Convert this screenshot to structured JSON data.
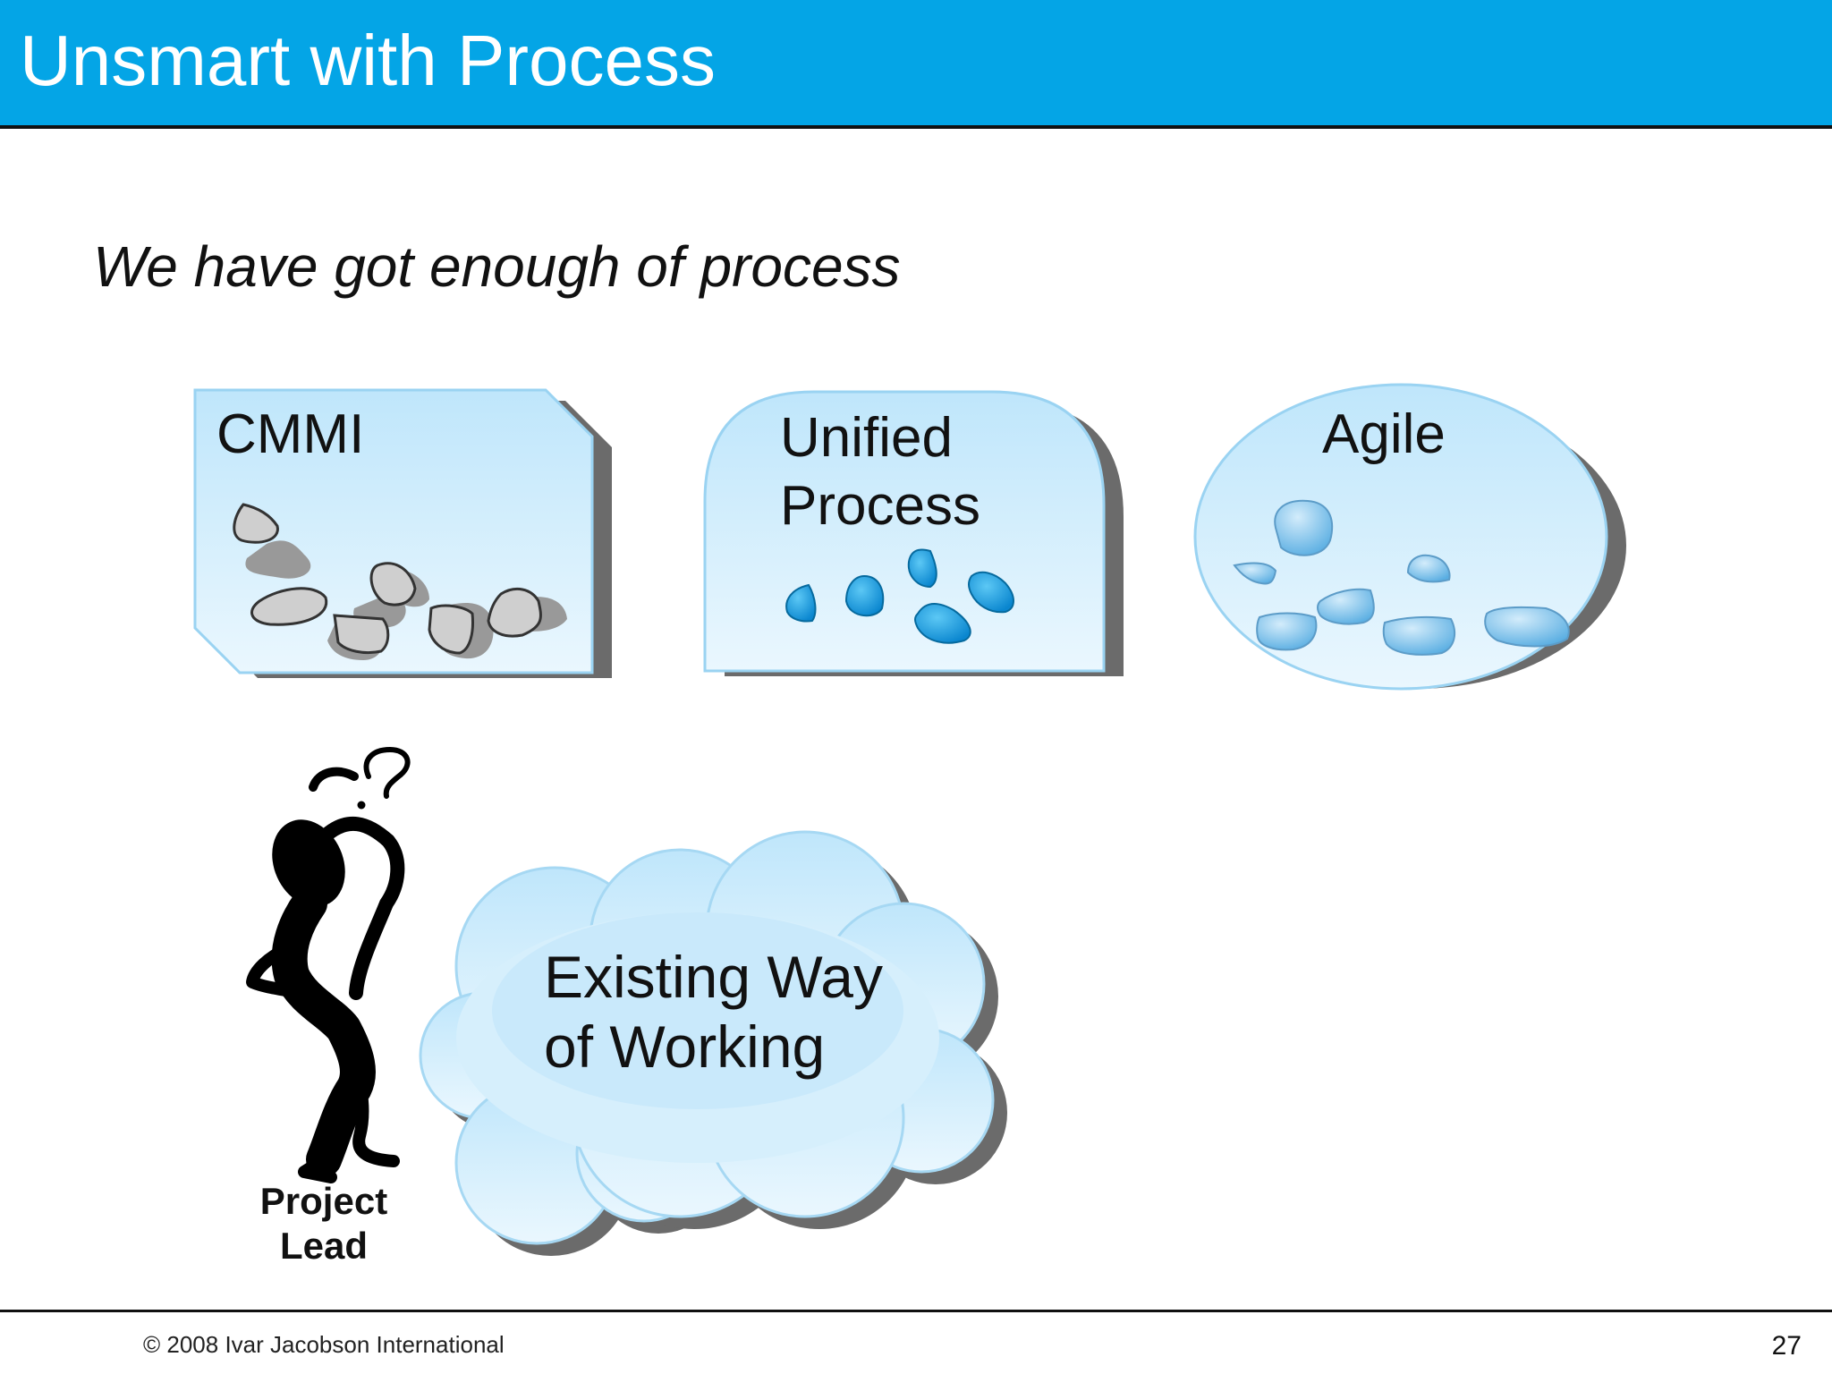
{
  "header": {
    "title": "Unsmart with Process"
  },
  "subtitle": "We have got enough of process",
  "processes": [
    {
      "label": "CMMI"
    },
    {
      "label_lines": [
        "Unified",
        "Process"
      ]
    },
    {
      "label": "Agile"
    }
  ],
  "cloud": {
    "label_lines": [
      "Existing Way",
      "of Working"
    ]
  },
  "figure": {
    "question_mark": "?",
    "label_lines": [
      "Project",
      "Lead"
    ]
  },
  "footer": {
    "copyright": "© 2008 Ivar Jacobson International",
    "page_number": "27"
  },
  "colors": {
    "header_bg": "#04a5e6",
    "shape_fill_top": "#bfe6fb",
    "shape_fill_bottom": "#eaf7fe",
    "shadow": "#777777",
    "cmmi_pieces": "#cfcfcf",
    "up_pieces": "#0a9ae0",
    "agile_pieces": "#7ec3ec"
  }
}
